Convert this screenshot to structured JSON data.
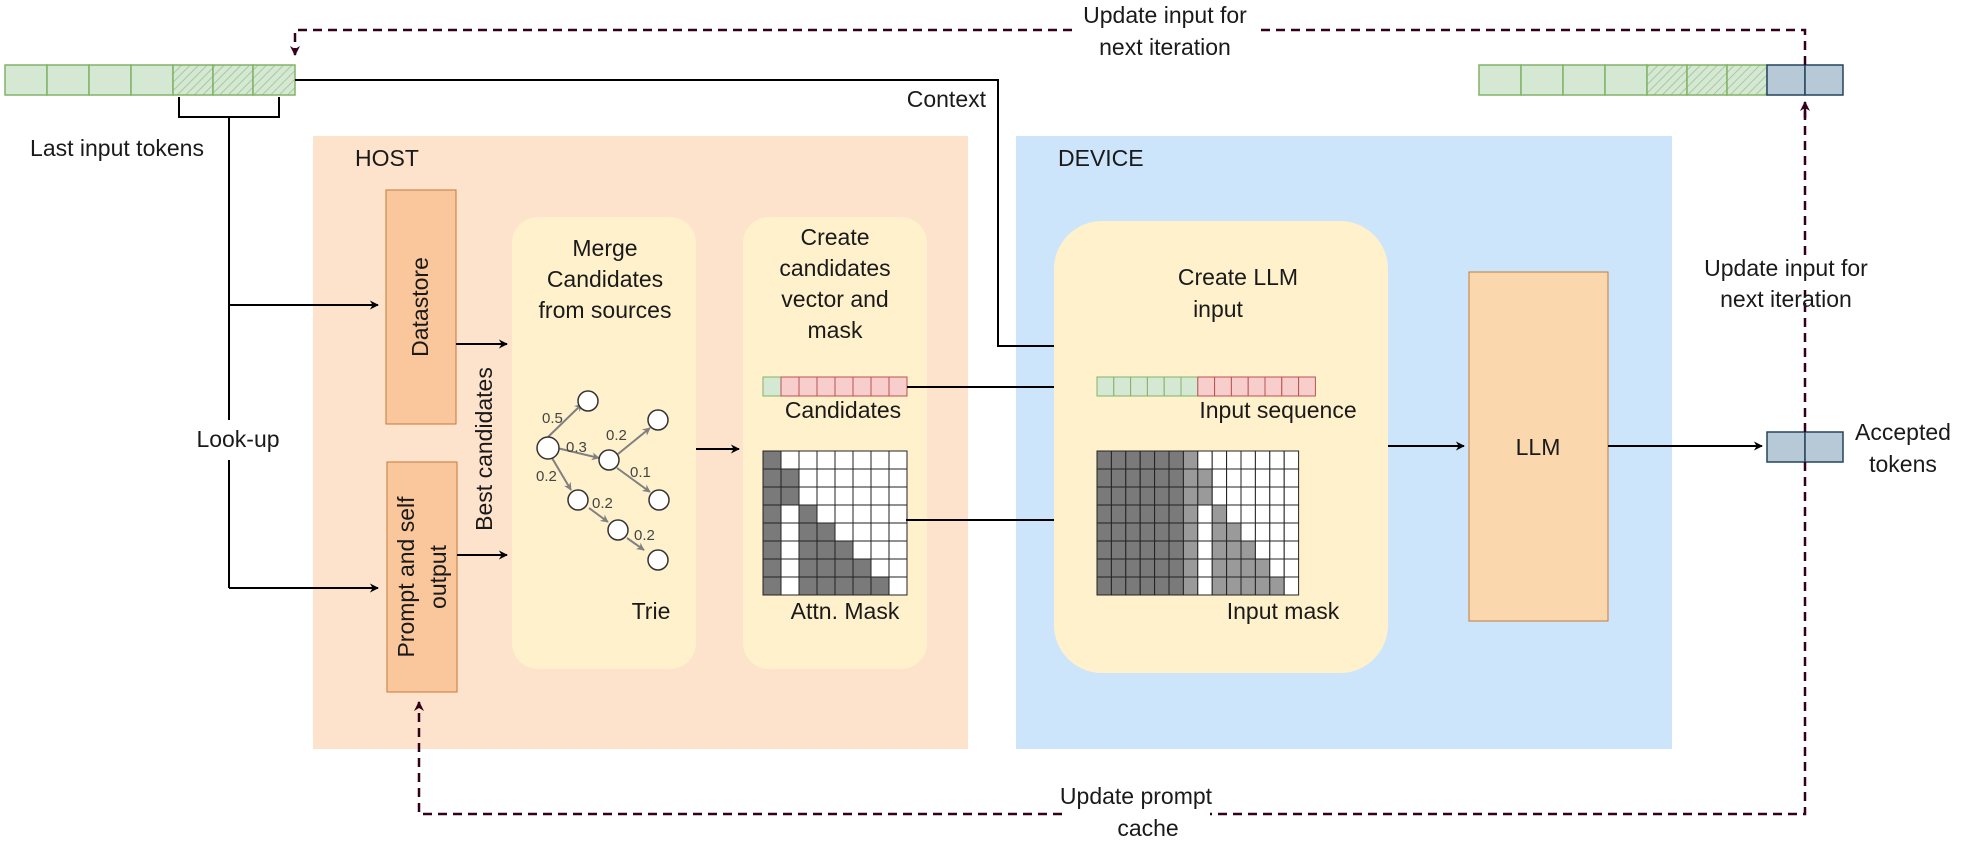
{
  "labels": {
    "update_input_top_1": "Update input for",
    "update_input_top_2": "next iteration",
    "context": "Context",
    "last_input_tokens": "Last input tokens",
    "host": "HOST",
    "device": "DEVICE",
    "lookup": "Look-up",
    "datastore": "Datastore",
    "prompt_self_1": "Prompt and self",
    "prompt_self_2": "output",
    "best_candidates": "Best candidates",
    "merge_1": "Merge",
    "merge_2": "Candidates",
    "merge_3": "from sources",
    "trie": "Trie",
    "create_cand_1": "Create",
    "create_cand_2": "candidates",
    "create_cand_3": "vector and",
    "create_cand_4": "mask",
    "candidates": "Candidates",
    "attn_mask": "Attn. Mask",
    "create_llm_1": "Create LLM",
    "create_llm_2": "input",
    "input_sequence": "Input sequence",
    "input_mask": "Input mask",
    "llm": "LLM",
    "update_input_right_1": "Update input for",
    "update_input_right_2": "next iteration",
    "accepted_1": "Accepted",
    "accepted_2": "tokens",
    "update_prompt_1": "Update prompt",
    "update_prompt_2": "cache"
  },
  "trie_edges": [
    "0.5",
    "0.3",
    "0.2",
    "0.2",
    "0.1",
    "0.2",
    "0.2"
  ],
  "colors": {
    "host_bg": "#fde2cc",
    "device_bg": "#cce5fb",
    "panel_bg": "#fff1cc",
    "orange_box": "#fac79c",
    "llm_box": "#fad7ac",
    "token_green": "#d5e8d4",
    "token_green_border": "#82b366",
    "token_red": "#f8cecc",
    "token_red_border": "#b85450",
    "token_blue": "#b7c8d6",
    "token_blue_border": "#23445d",
    "feedback": "#33001a",
    "mask_dark": "#7a7a7a",
    "mask_mid": "#9a9a9a"
  }
}
